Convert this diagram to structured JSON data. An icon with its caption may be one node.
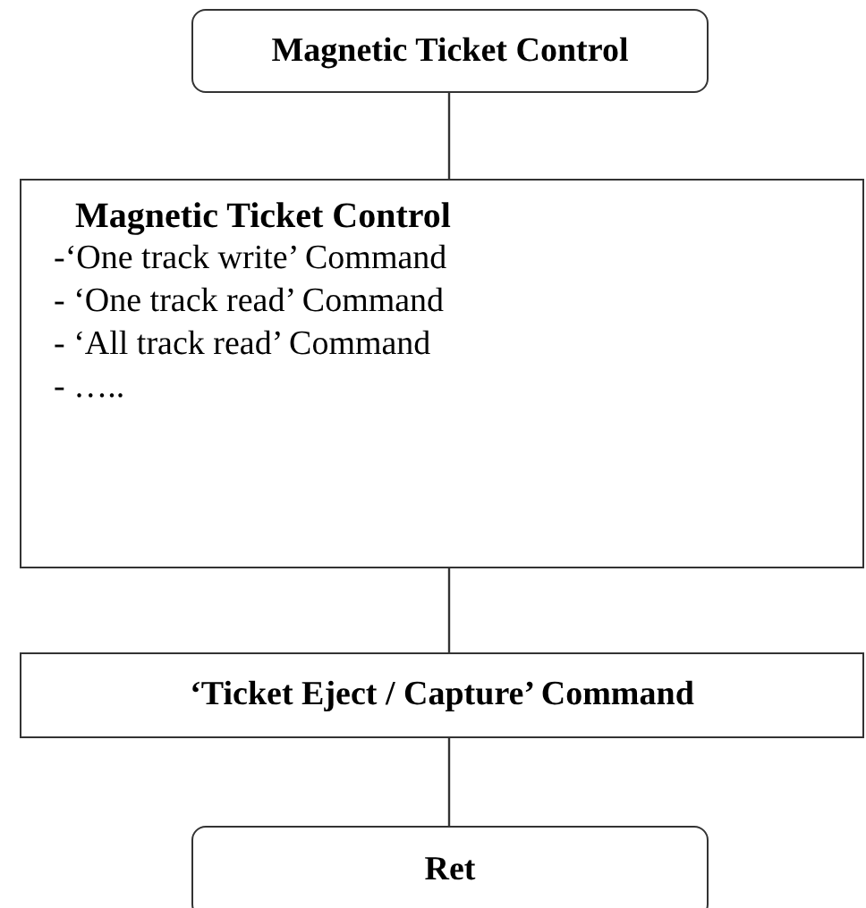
{
  "diagram": {
    "nodes": [
      {
        "text": [
          "Magnetic Ticket Control"
        ]
      },
      {
        "text": [
          "Magnetic Ticket Control",
          "-‘One track write’ Command",
          "- ‘One track read’ Command",
          "- ‘All track read’ Command",
          "- ….."
        ]
      },
      {
        "text": [
          "‘Ticket Eject / Capture’ Command"
        ]
      },
      {
        "text": [
          "Ret"
        ]
      }
    ],
    "edges": [
      {
        "from": 0,
        "to": 1,
        "arrow": "none"
      },
      {
        "from": 1,
        "to": 2,
        "arrow": "none"
      },
      {
        "from": 2,
        "to": 3,
        "arrow": "none"
      }
    ]
  }
}
